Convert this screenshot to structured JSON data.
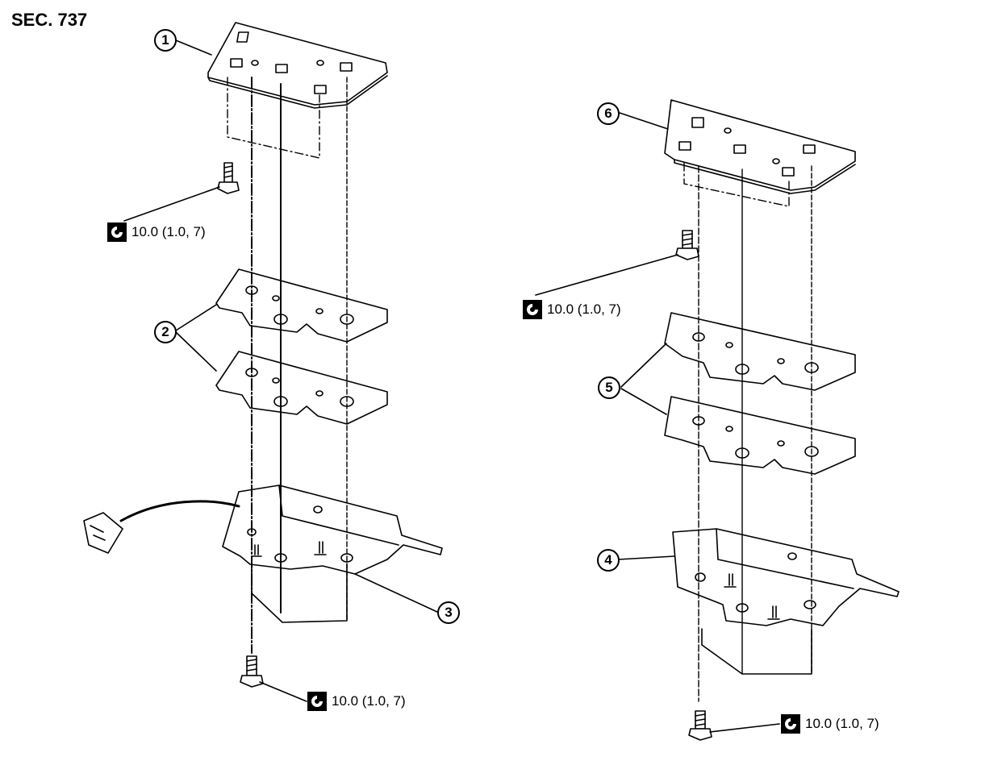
{
  "section": "SEC. 737",
  "callouts": [
    "1",
    "2",
    "3",
    "4",
    "5",
    "6"
  ],
  "torque_spec": "10.0 (1.0, 7)",
  "torque_icon": "torque-wrench-icon"
}
